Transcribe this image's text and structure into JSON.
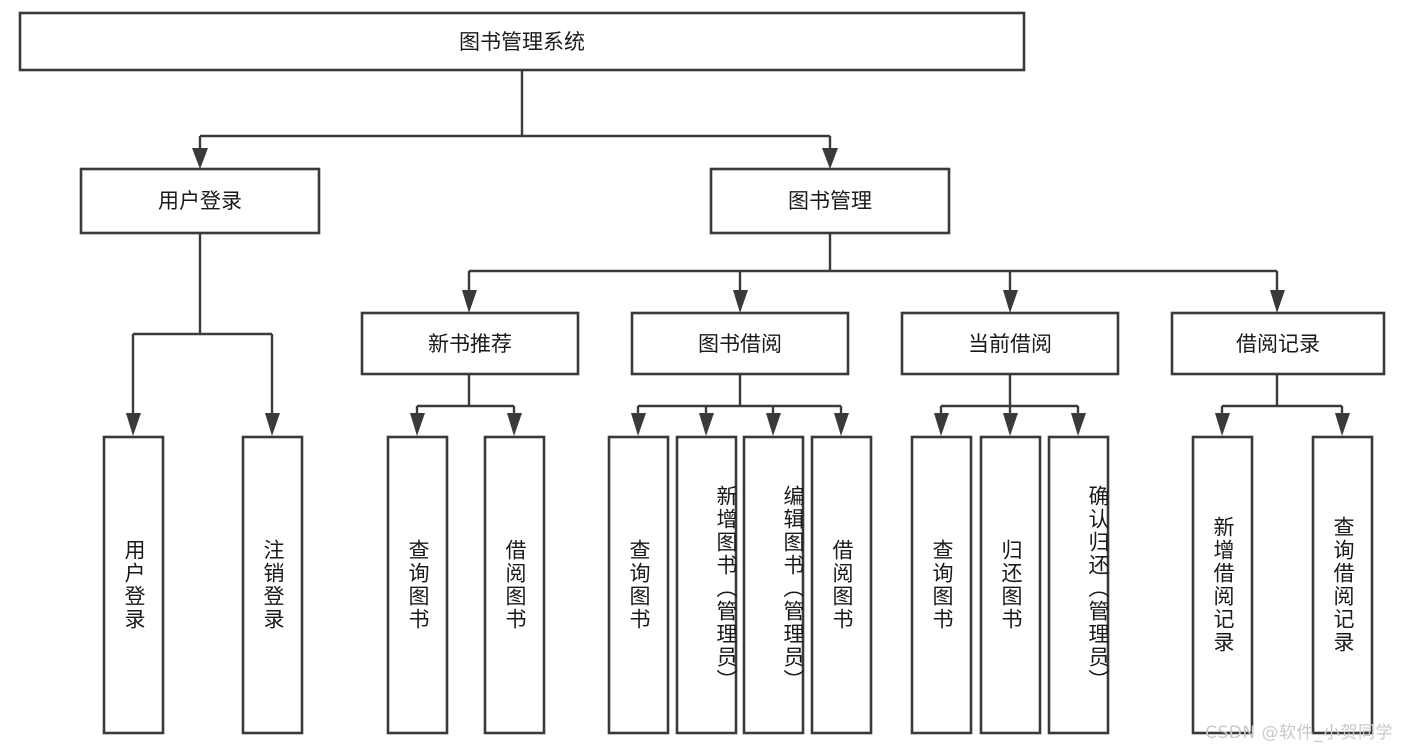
{
  "diagram": {
    "title": "图书管理系统",
    "type": "tree-hierarchy",
    "watermark": "CSDN @软件_小贺同学",
    "root": {
      "id": "root",
      "label": "图书管理系统"
    },
    "level2": [
      {
        "id": "user-login",
        "label": "用户登录"
      },
      {
        "id": "book-manage",
        "label": "图书管理"
      }
    ],
    "level3": [
      {
        "id": "new-book-rec",
        "label": "新书推荐",
        "parent": "book-manage"
      },
      {
        "id": "book-borrow",
        "label": "图书借阅",
        "parent": "book-manage"
      },
      {
        "id": "current-borrow",
        "label": "当前借阅",
        "parent": "book-manage"
      },
      {
        "id": "borrow-record",
        "label": "借阅记录",
        "parent": "book-manage"
      }
    ],
    "leaves": [
      {
        "id": "leaf-user-login",
        "label": "用户登录",
        "parent": "user-login"
      },
      {
        "id": "leaf-user-logout",
        "label": "注销登录",
        "parent": "user-login"
      },
      {
        "id": "leaf-query-book-1",
        "label": "查询图书",
        "parent": "new-book-rec"
      },
      {
        "id": "leaf-borrow-book-1",
        "label": "借阅图书",
        "parent": "new-book-rec"
      },
      {
        "id": "leaf-query-book-2",
        "label": "查询图书",
        "parent": "book-borrow"
      },
      {
        "id": "leaf-add-book",
        "label": "新增图书（管理员）",
        "parent": "book-borrow"
      },
      {
        "id": "leaf-edit-book",
        "label": "编辑图书（管理员）",
        "parent": "book-borrow"
      },
      {
        "id": "leaf-borrow-book-2",
        "label": "借阅图书",
        "parent": "book-borrow"
      },
      {
        "id": "leaf-query-book-3",
        "label": "查询图书",
        "parent": "current-borrow"
      },
      {
        "id": "leaf-return-book",
        "label": "归还图书",
        "parent": "current-borrow"
      },
      {
        "id": "leaf-confirm-return",
        "label": "确认归还（管理员）",
        "parent": "current-borrow"
      },
      {
        "id": "leaf-add-record",
        "label": "新增借阅记录",
        "parent": "borrow-record"
      },
      {
        "id": "leaf-query-record",
        "label": "查询借阅记录",
        "parent": "borrow-record"
      }
    ],
    "colors": {
      "stroke": "#3a3a3a",
      "box_fill": "#ffffff",
      "text": "#1a1a1a",
      "background": "#ffffff",
      "watermark": "#c9c9c9"
    }
  }
}
